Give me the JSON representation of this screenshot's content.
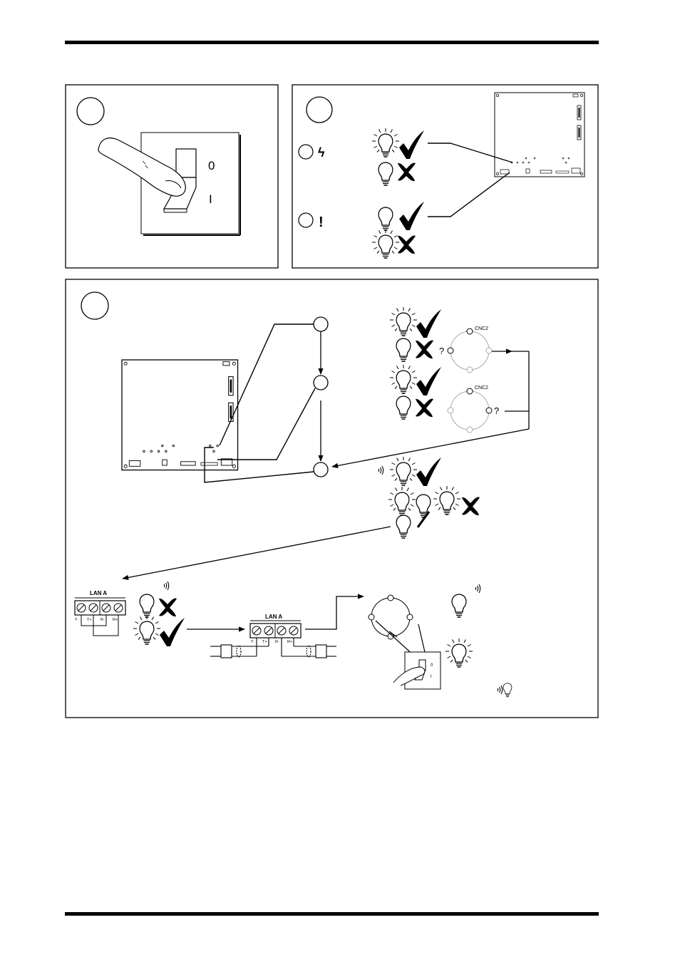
{
  "switch": {
    "label_off": "0",
    "label_on": "I"
  },
  "led_symbols": {
    "power_glyph": "ϟ",
    "alarm_glyph": "!"
  },
  "ring": {
    "label": "CNC2",
    "unknown": "?"
  },
  "terminal": {
    "title": "LAN A",
    "pins": [
      "T-",
      "T+",
      "R-",
      "R+"
    ]
  },
  "icons": [
    "hand-icon",
    "bulb-on-icon",
    "bulb-off-icon",
    "check-icon",
    "cross-icon",
    "sound-icon"
  ]
}
